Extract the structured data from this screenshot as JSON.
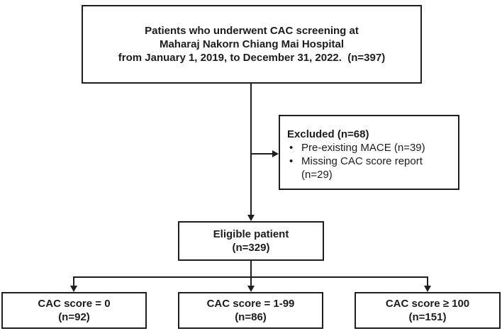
{
  "diagram": {
    "background": "#ffffff",
    "line_color": "#1f1f1f",
    "top_box": {
      "line1": "Patients who underwent CAC screening at",
      "line2": "Maharaj Nakorn Chiang Mai Hospital",
      "line3": "from January 1, 2019, to December 31, 2022.  (n=397)"
    },
    "excluded_box": {
      "title": "Excluded (n=68)",
      "bullet": "•",
      "items": [
        "Pre-existing MACE (n=39)",
        "Missing CAC score report (n=29)"
      ]
    },
    "eligible_box": {
      "line1": "Eligible patient",
      "line2": "(n=329)"
    },
    "outcome_boxes": [
      {
        "line1": "CAC score = 0",
        "line2": "(n=92)"
      },
      {
        "line1": "CAC score = 1-99",
        "line2": "(n=86)"
      },
      {
        "line1": "CAC score ≥ 100",
        "line2": "(n=151)"
      }
    ]
  }
}
